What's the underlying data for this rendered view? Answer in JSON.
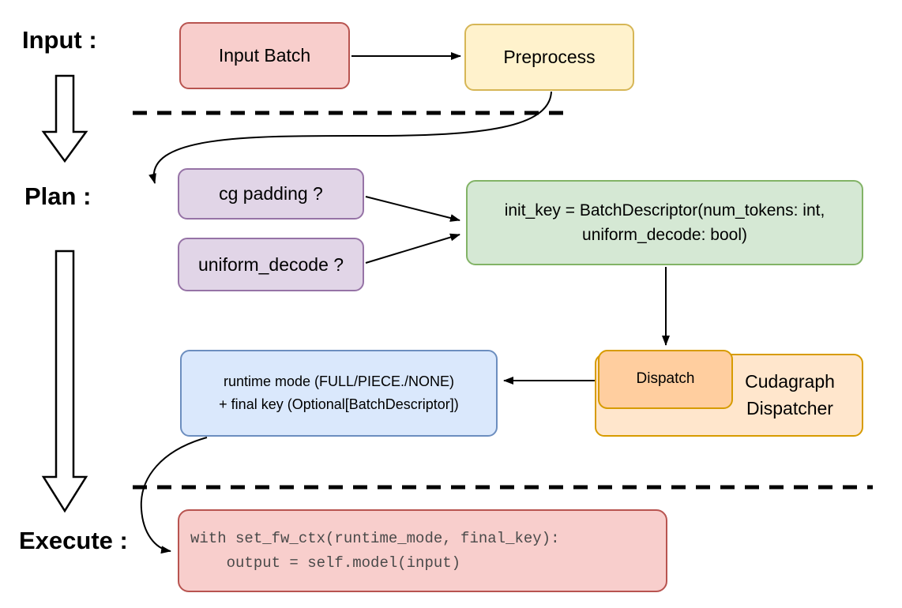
{
  "stage_labels": {
    "input": "Input :",
    "plan": "Plan :",
    "execute": "Execute :"
  },
  "nodes": {
    "input_batch": "Input Batch",
    "preprocess": "Preprocess",
    "cg_padding": "cg padding ?",
    "uniform_decode": "uniform_decode ?",
    "init_key": {
      "line1": "init_key = BatchDescriptor(num_tokens: int,",
      "line2": "uniform_decode: bool)"
    },
    "dispatch": "Dispatch",
    "dispatcher": {
      "line1": "Cudagraph",
      "line2": "Dispatcher"
    },
    "runtime": {
      "line1": "runtime mode (FULL/PIECE./NONE)",
      "line2": "+ final key (Optional[BatchDescriptor])"
    },
    "code": {
      "line1": "with set_fw_ctx(runtime_mode, final_key):",
      "line2": "    output = self.model(input)"
    }
  },
  "colors": {
    "red_fill": "#f8cecc",
    "red_stroke": "#b85450",
    "yellow_fill": "#fff2cc",
    "yellow_stroke": "#d6b656",
    "purple_fill": "#e1d5e7",
    "purple_stroke": "#9673a6",
    "green_fill": "#d5e8d4",
    "green_stroke": "#82b366",
    "orange_outer_fill": "#ffe6cc",
    "orange_inner_fill": "#ffce9f",
    "orange_stroke": "#d79b00",
    "blue_fill": "#dae8fc",
    "blue_stroke": "#6c8ebf",
    "line_color": "#000000"
  }
}
